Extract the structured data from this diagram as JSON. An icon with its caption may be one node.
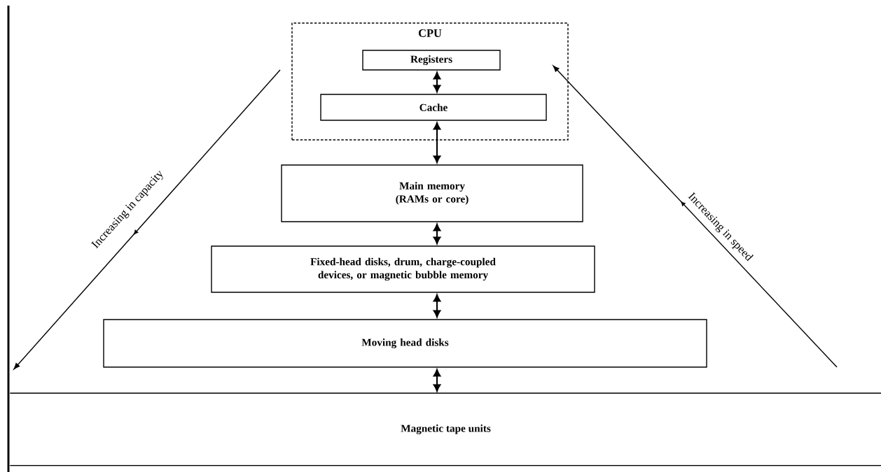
{
  "diagram": {
    "nodes": [
      {
        "text": [
          "CPU"
        ]
      },
      {
        "text": [
          "Registers"
        ],
        "in": 0
      },
      {
        "text": [
          "Cache"
        ],
        "in": 0
      },
      {
        "text": [
          "Main memory (RAMs or core)"
        ]
      },
      {
        "text": [
          "Fixed-head disks, drum, charge-coupled devices, or magnetic bubble memory"
        ]
      },
      {
        "text": [
          "Moving head disks"
        ]
      },
      {
        "text": [
          "Magnetic tape units"
        ]
      }
    ],
    "edges": [
      {
        "from": 1,
        "to": 2,
        "arrow": "both"
      },
      {
        "from": 2,
        "to": 3,
        "arrow": "both"
      },
      {
        "from": 3,
        "to": 4,
        "arrow": "both"
      },
      {
        "from": 4,
        "to": 5,
        "arrow": "both"
      },
      {
        "from": 5,
        "to": 6,
        "arrow": "both"
      }
    ],
    "labels": [
      "Increasing in capacity",
      "Increasing in speed"
    ]
  }
}
